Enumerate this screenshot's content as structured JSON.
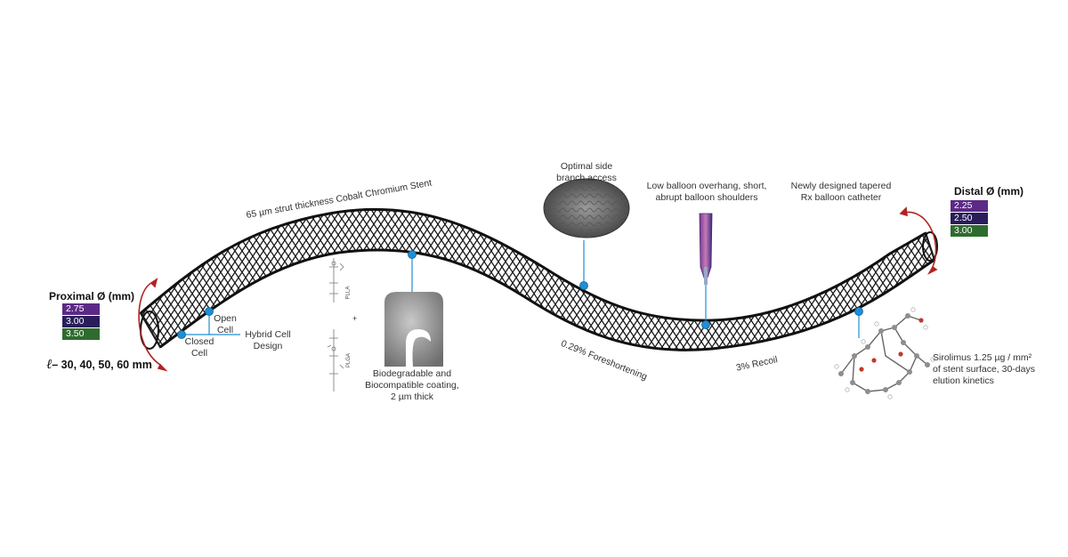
{
  "labels": {
    "strut": "65 µm strut thickness Cobalt Chromium Stent",
    "side_branch": [
      "Optimal side",
      "branch access"
    ],
    "balloon_overhang": [
      "Low balloon overhang, short,",
      "abrupt balloon shoulders"
    ],
    "tapered_catheter": [
      "Newly designed tapered",
      "Rx balloon catheter"
    ],
    "open_cell": [
      "Open",
      "Cell"
    ],
    "closed_cell": [
      "Closed",
      "Cell"
    ],
    "hybrid_cell": [
      "Hybrid Cell",
      "Design"
    ],
    "coating": [
      "Biodegradable and",
      "Biocompatible coating,",
      "2 µm thick"
    ],
    "foreshortening": "0.29% Foreshortening",
    "recoil": "3% Recoil",
    "sirolimus": [
      "Sirolimus 1.25 µg / mm²",
      "of stent surface, 30-days",
      "elution kinetics"
    ],
    "plla": "PLLA",
    "plga": "PLGA",
    "plus": "+"
  },
  "proximal": {
    "title": "Proximal Ø (mm)",
    "diameters": [
      {
        "value": "2.75",
        "color": "#5b2a86"
      },
      {
        "value": "3.00",
        "color": "#2a1d5c"
      },
      {
        "value": "3.50",
        "color": "#2f6b2f"
      }
    ]
  },
  "distal": {
    "title": "Distal Ø (mm)",
    "diameters": [
      {
        "value": "2.25",
        "color": "#5b2a86"
      },
      {
        "value": "2.50",
        "color": "#2a1d5c"
      },
      {
        "value": "3.00",
        "color": "#2f6b2f"
      }
    ]
  },
  "length": {
    "symbol": "ℓ",
    "text": "– 30, 40, 50, 60 mm"
  },
  "colors": {
    "marker": "#1e8fd6",
    "stent": "#1a1a1a",
    "rotation_arrow": "#b22222"
  }
}
